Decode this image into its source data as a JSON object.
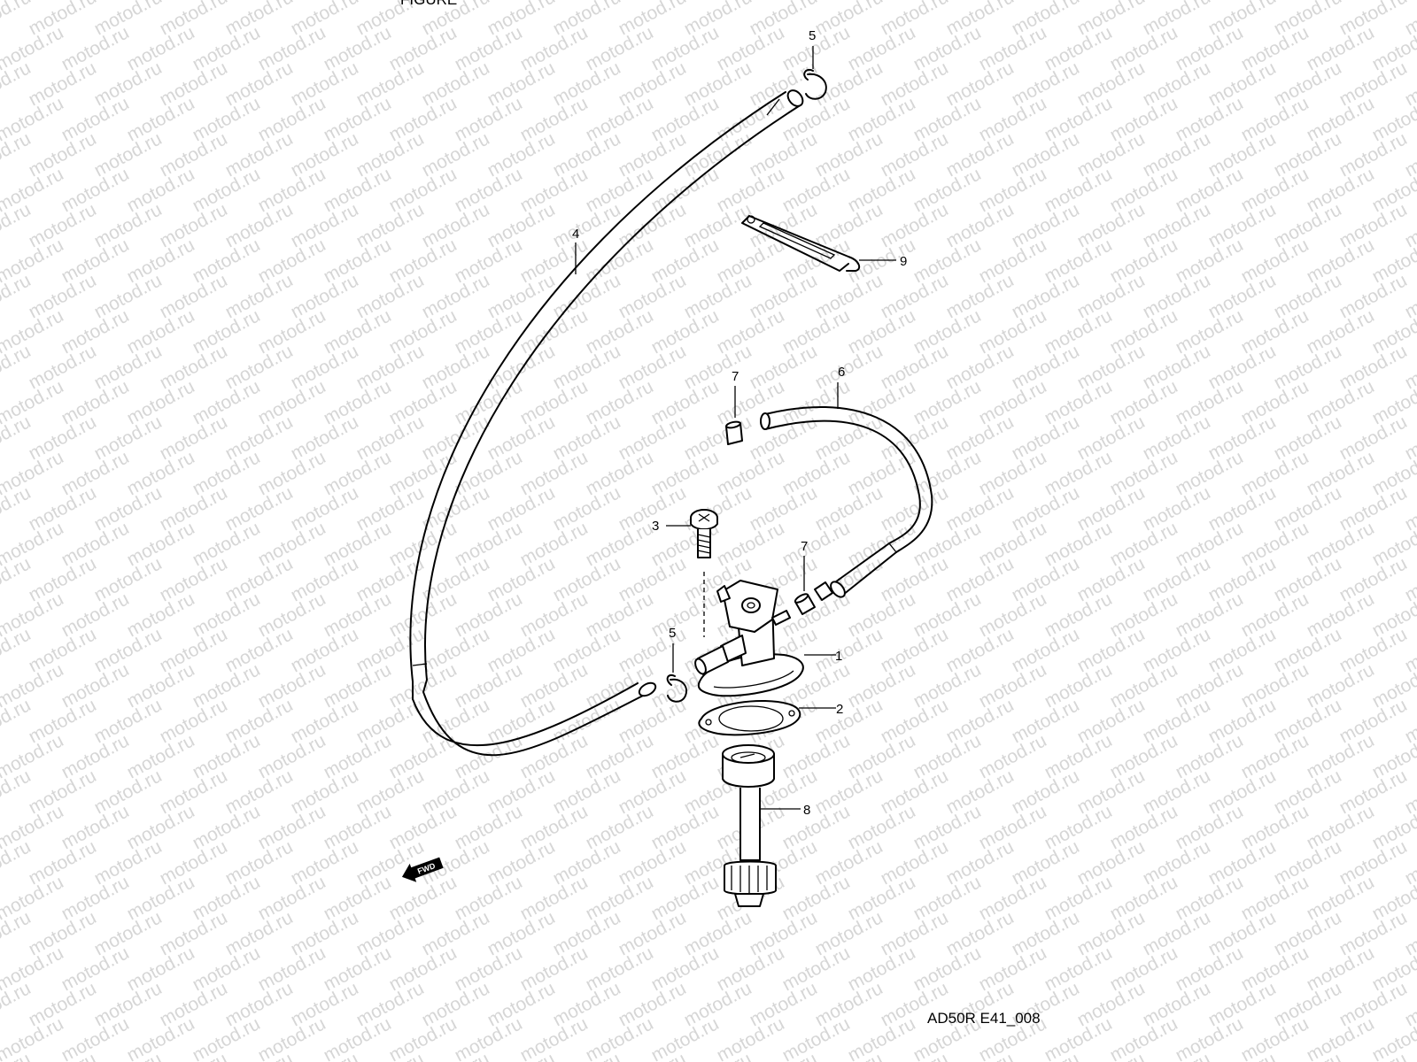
{
  "watermark": "motod.ru",
  "header_fragment": "FIGURE",
  "diagram_code": "AD50R E41_008",
  "fwd_label": "FWD",
  "callouts": [
    "1",
    "2",
    "3",
    "4",
    "5",
    "5",
    "6",
    "7",
    "7",
    "8",
    "9"
  ],
  "colors": {
    "line": "#000000",
    "watermark": "#d6d6d6",
    "background": "#ffffff"
  }
}
